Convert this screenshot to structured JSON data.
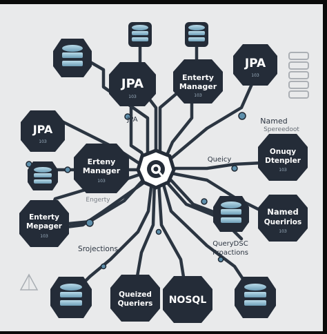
{
  "nodes": {
    "jpa_top": {
      "title": "JPA",
      "sub": "10З"
    },
    "entity_manager_top": {
      "title_line1": "Enterty",
      "title_line2": "Manager",
      "sub": "10З"
    },
    "jpa_right": {
      "title": "JPA",
      "sub": "10З"
    },
    "jpa_left": {
      "title": "JPA",
      "sub": "10З"
    },
    "entity_manager_left": {
      "title_line1": "Erteny",
      "title_line2": "Manager",
      "sub": "10З"
    },
    "entity_mepager": {
      "title_line1": "Enterty",
      "title_line2": "Mepager",
      "sub": "10З"
    },
    "query_dtenpler": {
      "title_line1": "Onuqy",
      "title_line2": "Dtenpler",
      "sub": "10З"
    },
    "named_queries": {
      "title_line1": "Named",
      "title_line2": "Queririos",
      "sub": "10З"
    },
    "queried_queriers": {
      "title_line1": "Queized",
      "title_line2": "Queriers"
    },
    "nosql": {
      "title": "NOSQL"
    }
  },
  "labels": {
    "jpa_mid": "JPA",
    "named_line1": "Named",
    "named_line2": "Spereedoot",
    "quercy": "Queicy",
    "engerty": "Engerty",
    "querydsc_line1": "QueryDSC",
    "querydsc_line2": "Proactions",
    "srojections": "Srojections"
  },
  "colors": {
    "background": "#e9eaeb",
    "node": "#242c38",
    "line": "#2b3541",
    "accent": "#5e8fab",
    "db_light": "#a9cfe0"
  }
}
